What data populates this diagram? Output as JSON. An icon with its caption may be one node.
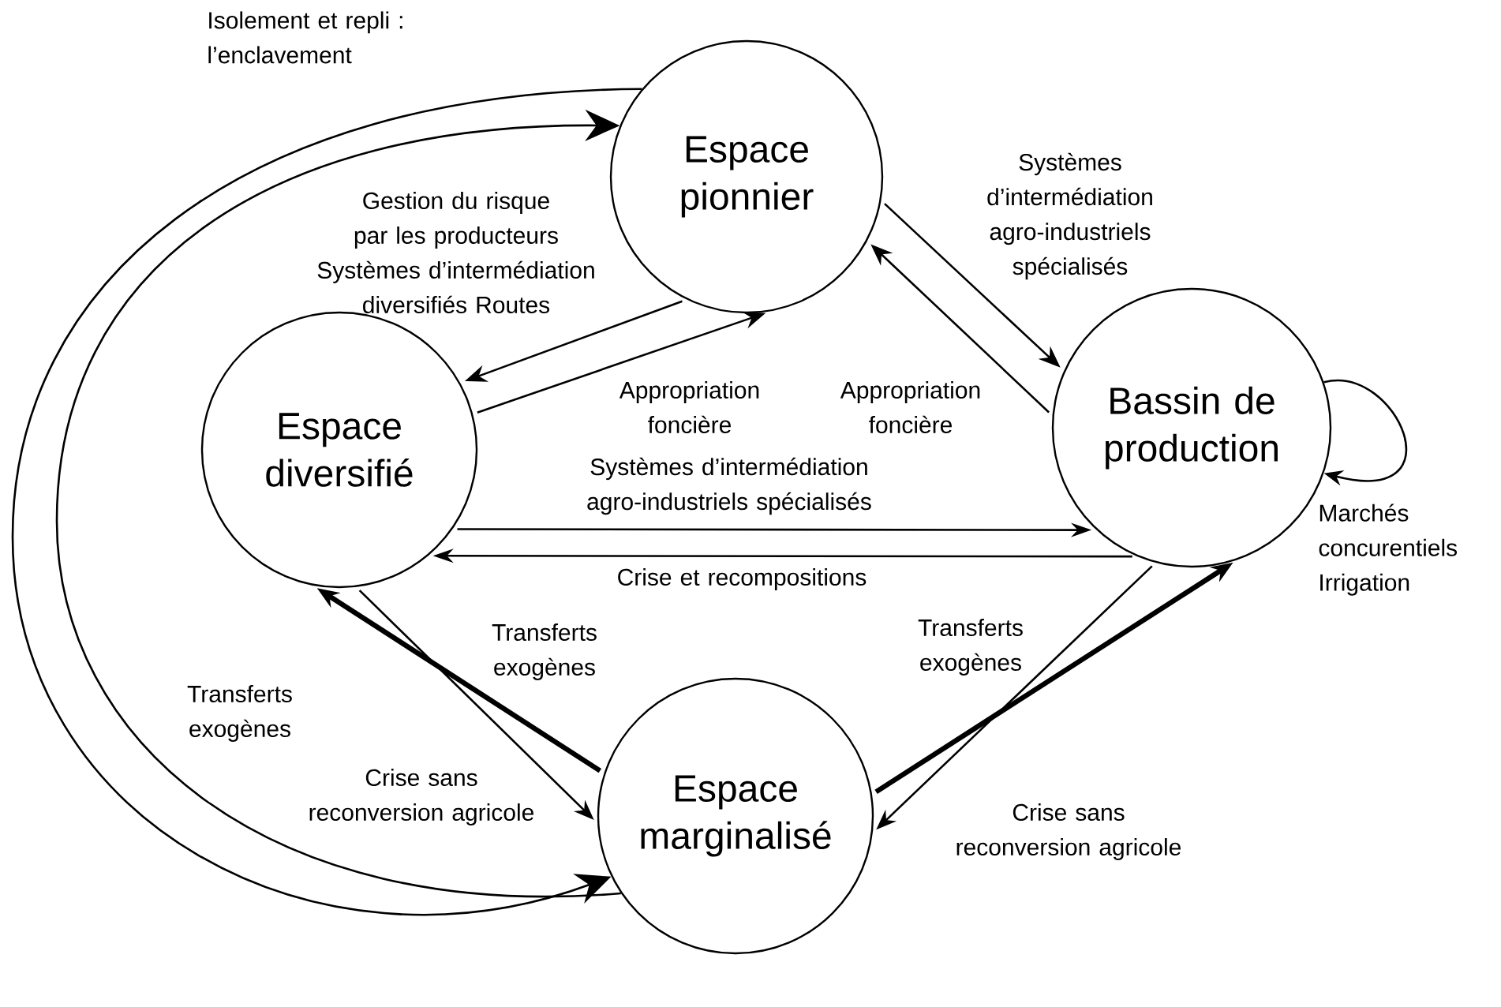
{
  "diagram": {
    "nodes": [
      {
        "text": [
          "Espace pionnier"
        ]
      },
      {
        "text": [
          "Espace diversifié"
        ]
      },
      {
        "text": [
          "Bassin de production"
        ]
      },
      {
        "text": [
          "Espace marginalisé"
        ]
      }
    ],
    "edges": [
      {
        "from": 0,
        "to": 3,
        "arrow": "to",
        "label": "Isolement et repli : l’enclavement"
      },
      {
        "from": 3,
        "to": 0,
        "arrow": "to",
        "label": "Transferts exogènes"
      },
      {
        "from": 0,
        "to": 1,
        "arrow": "to",
        "label": "Gestion du risque par les producteurs Systèmes d’intermédiation diversifiés Routes"
      },
      {
        "from": 1,
        "to": 0,
        "arrow": "to",
        "label": "Appropriation foncière"
      },
      {
        "from": 0,
        "to": 2,
        "arrow": "to",
        "label": "Systèmes d’intermédiation agro-industriels spécialisés"
      },
      {
        "from": 2,
        "to": 0,
        "arrow": "to",
        "label": "Appropriation foncière"
      },
      {
        "from": 1,
        "to": 2,
        "arrow": "to",
        "label": "Systèmes d’intermédiation agro-industriels spécialisés"
      },
      {
        "from": 2,
        "to": 1,
        "arrow": "to",
        "label": "Crise et recompositions"
      },
      {
        "from": 3,
        "to": 1,
        "arrow": "to",
        "label": "Transferts exogènes",
        "style": "thick"
      },
      {
        "from": 1,
        "to": 3,
        "arrow": "to",
        "label": "Crise sans reconversion agricole"
      },
      {
        "from": 3,
        "to": 2,
        "arrow": "to",
        "label": "Transferts exogènes",
        "style": "thick"
      },
      {
        "from": 2,
        "to": 3,
        "arrow": "to",
        "label": "Crise sans reconversion agricole"
      },
      {
        "from": 2,
        "to": 2,
        "arrow": "to",
        "label": "Marchés concurentiels Irrigation"
      }
    ]
  }
}
